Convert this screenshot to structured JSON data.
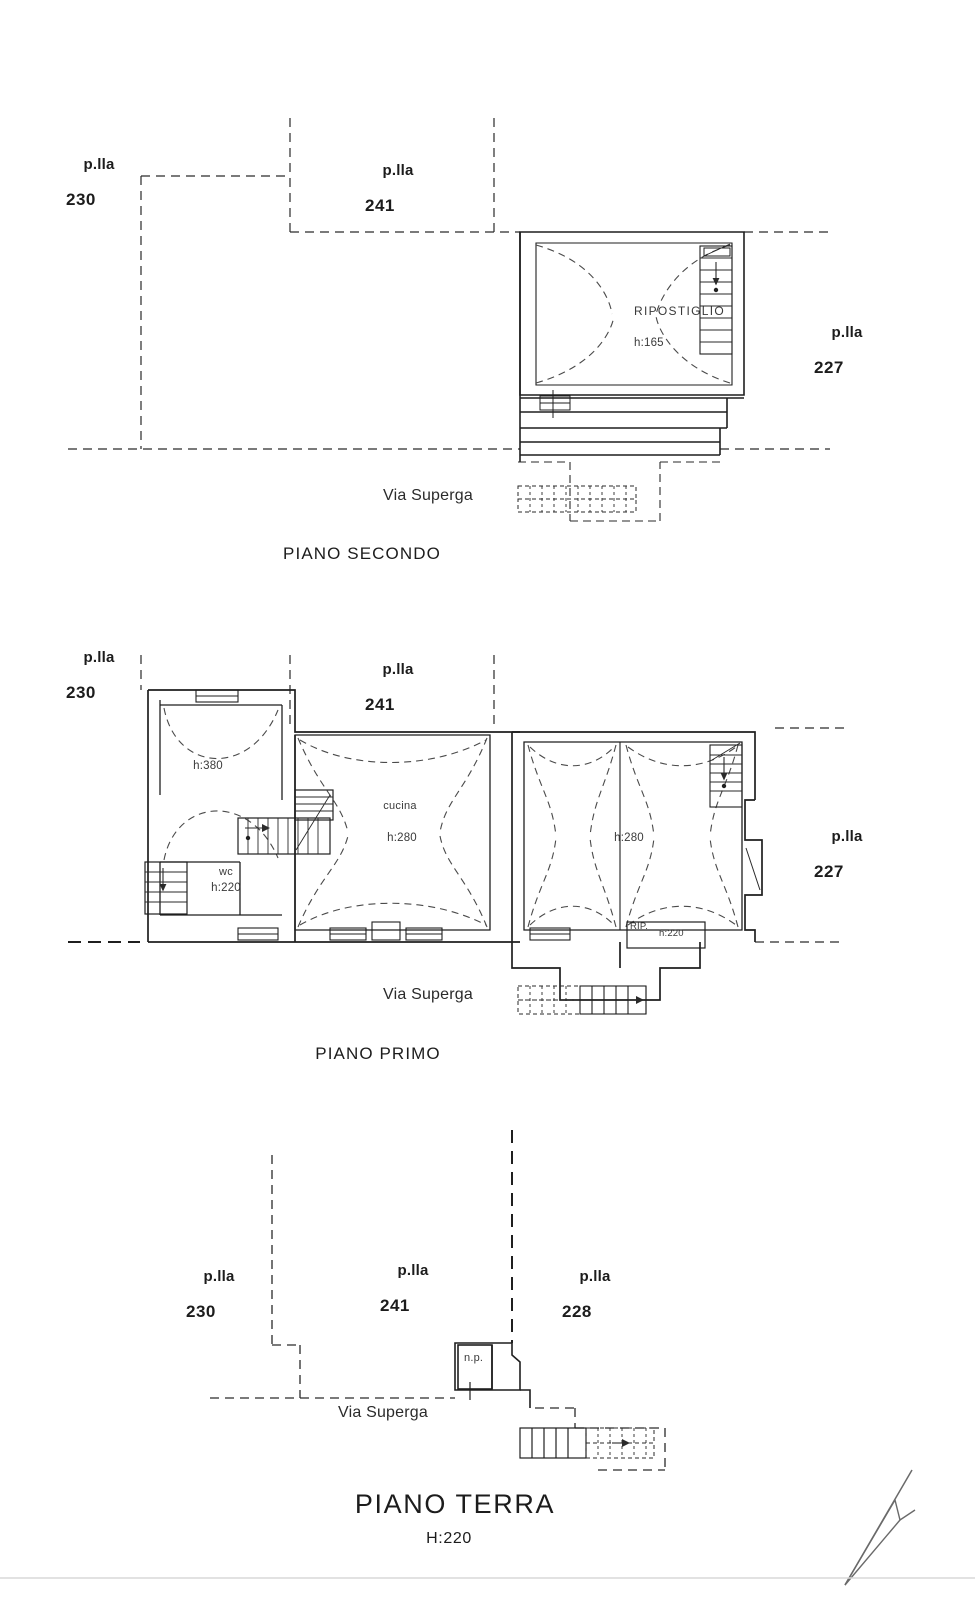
{
  "document": {
    "type": "cadastral-floor-plan",
    "street_name": "Via Superga",
    "north_arrow": "north-arrow"
  },
  "floors": [
    {
      "id": "piano-secondo",
      "title": "PIANO SECONDO",
      "street_label": "Via Superga",
      "parcels": [
        {
          "prefix": "p.lla",
          "number": "230"
        },
        {
          "prefix": "p.lla",
          "number": "241"
        },
        {
          "prefix": "p.lla",
          "number": "227"
        }
      ],
      "rooms": [
        {
          "name": "RIPOSTIGLIO",
          "height": "h:165"
        }
      ]
    },
    {
      "id": "piano-primo",
      "title": "PIANO PRIMO",
      "street_label": "Via Superga",
      "parcels": [
        {
          "prefix": "p.lla",
          "number": "230"
        },
        {
          "prefix": "p.lla",
          "number": "241"
        },
        {
          "prefix": "p.lla",
          "number": "227"
        }
      ],
      "rooms": [
        {
          "name": "",
          "height": "h:380"
        },
        {
          "name": "cucina",
          "height": "h:280"
        },
        {
          "name": "wc",
          "height": "h:220"
        },
        {
          "name": "",
          "height": "h:280"
        },
        {
          "name": "RIP.",
          "height": "h:220"
        }
      ]
    },
    {
      "id": "piano-terra",
      "title": "PIANO TERRA",
      "subtitle": "H:220",
      "street_label": "Via Superga",
      "parcels": [
        {
          "prefix": "p.lla",
          "number": "230"
        },
        {
          "prefix": "p.lla",
          "number": "241"
        },
        {
          "prefix": "p.lla",
          "number": "228"
        }
      ],
      "rooms": [
        {
          "name": "n.p.",
          "height": ""
        }
      ]
    }
  ],
  "colors": {
    "line": "#1f1f1f",
    "dashed": "#2a2a2a",
    "background": "#ffffff",
    "text": "#1c1c1c"
  }
}
